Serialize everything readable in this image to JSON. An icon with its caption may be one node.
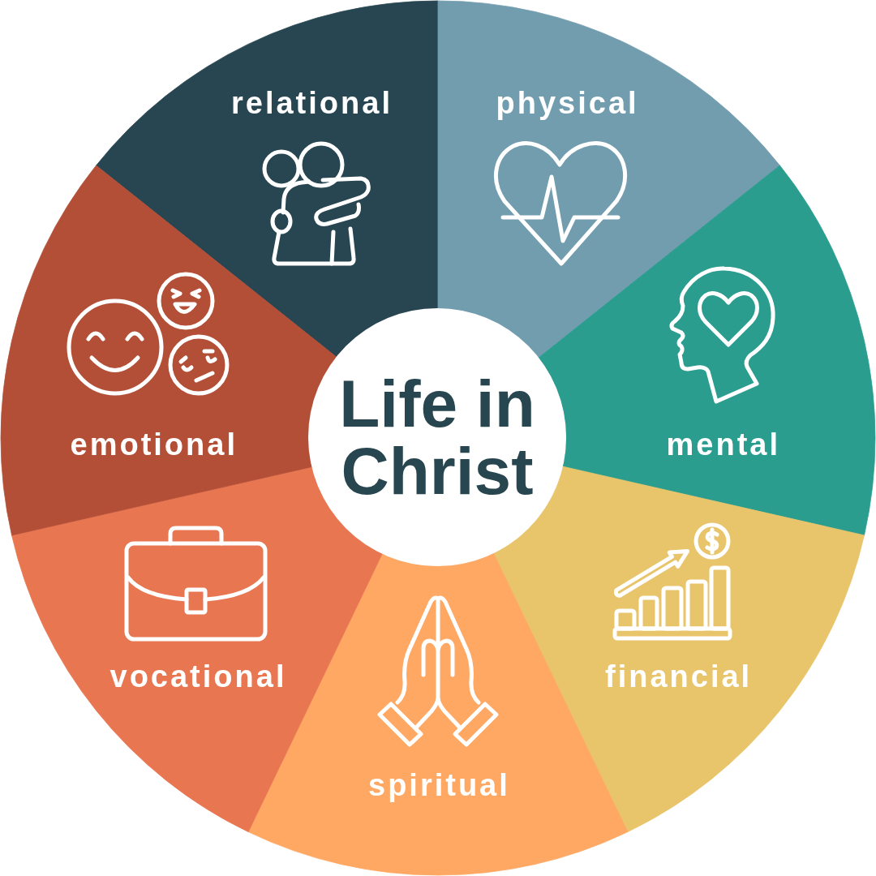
{
  "diagram": {
    "nodes": [
      {
        "text": [
          "Life in Christ"
        ]
      },
      {
        "text": [
          "relational"
        ]
      },
      {
        "text": [
          "physical"
        ]
      },
      {
        "text": [
          "mental"
        ]
      },
      {
        "text": [
          "financial"
        ]
      },
      {
        "text": [
          "spiritual"
        ]
      },
      {
        "text": [
          "vocational"
        ]
      },
      {
        "text": [
          "emotional"
        ]
      }
    ]
  }
}
